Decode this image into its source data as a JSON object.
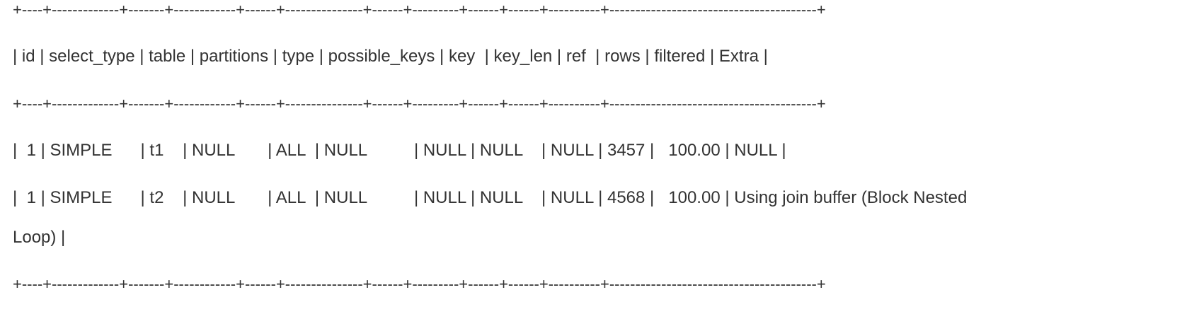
{
  "document": {
    "border_top": "+----+-------------+-------+------------+------+---------------+------+---------+------+------+----------+----------------------------------------+",
    "header_row": "| id | select_type | table | partitions | type | possible_keys | key  | key_len | ref  | rows | filtered | Extra |",
    "border_mid": "+----+-------------+-------+------------+------+---------------+------+---------+------+------+----------+----------------------------------------+",
    "rows": [
      "|  1 | SIMPLE      | t1    | NULL       | ALL  | NULL          | NULL | NULL    | NULL | 3457 |   100.00 | NULL |",
      "|  1 | SIMPLE      | t2    | NULL       | ALL  | NULL          | NULL | NULL    | NULL | 4568 |   100.00 | Using join buffer (Block Nested",
      "Loop) |"
    ],
    "border_bottom": "+----+-------------+-------+------------+------+---------------+------+---------+------+------+----------+----------------------------------------+"
  }
}
